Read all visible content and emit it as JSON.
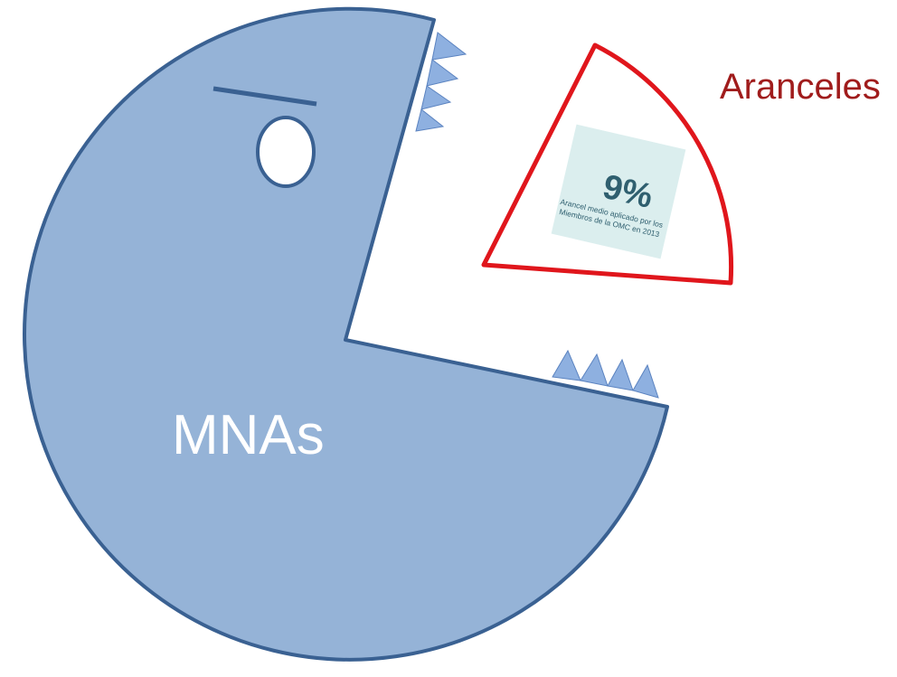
{
  "diagram": {
    "pacman_label": "MNAs",
    "slice_label": "Aranceles",
    "card": {
      "percent": "9%",
      "caption_line1": "Arancel medio aplicado por los",
      "caption_line2": "Miembros de la OMC en 2013"
    }
  },
  "colors": {
    "pacman_fill": "#95b3d7",
    "pacman_stroke": "#3a6192",
    "slice_stroke": "#e0161c",
    "slice_label": "#a01c1c",
    "card_bg": "#dbeeee",
    "card_text": "#2f5f6f"
  }
}
